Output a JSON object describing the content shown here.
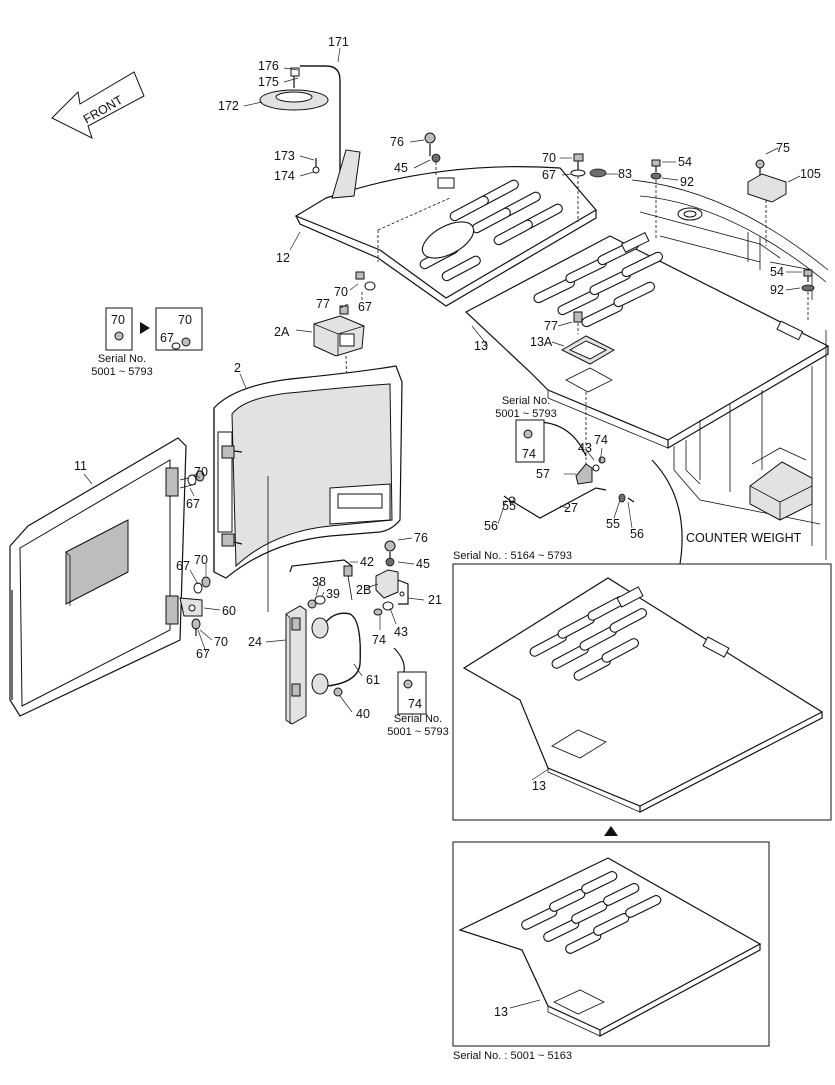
{
  "front_label": "FRONT",
  "counterweight_label": "COUNTER WEIGHT",
  "serial_notes": {
    "left_box": "Serial No.\n5001 ~ 5793",
    "middle_box": "Serial No.\n5001 ~ 5793",
    "bottom_box": "Serial No.\n5001 ~ 5793",
    "inset_top": "Serial No. : 5164 ~ 5793",
    "inset_bottom": "Serial No. : 5001 ~ 5163"
  },
  "part_labels": {
    "p171": "171",
    "p176": "176",
    "p175": "175",
    "p172": "172",
    "p173": "173",
    "p174": "174",
    "p12": "12",
    "p76a": "76",
    "p45a": "45",
    "p70a": "70",
    "p67a": "67",
    "p83": "83",
    "p54a": "54",
    "p92a": "92",
    "p75": "75",
    "p105": "105",
    "p54b": "54",
    "p92b": "92",
    "p70b": "70",
    "p67b": "67",
    "p77a": "77",
    "p2A": "2A",
    "p13a": "13",
    "p77b": "77",
    "p13A": "13A",
    "p70box": "70",
    "p70box2": "70",
    "p67box": "67",
    "p2": "2",
    "p11": "11",
    "p70c": "70",
    "p67c": "67",
    "p70d": "70",
    "p67d": "67",
    "p60": "60",
    "p70e": "70",
    "p67e": "67",
    "p74box": "74",
    "p43a": "43",
    "p74a": "74",
    "p57": "57",
    "p56a": "56",
    "p55a": "55",
    "p27": "27",
    "p55b": "55",
    "p56b": "56",
    "p76b": "76",
    "p45b": "45",
    "p42": "42",
    "p2B": "2B",
    "p21": "21",
    "p38": "38",
    "p39": "39",
    "p24": "24",
    "p74b": "74",
    "p43b": "43",
    "p61": "61",
    "p40": "40",
    "p74box2": "74",
    "p13b": "13",
    "p13c": "13"
  },
  "icons": {
    "arrow": "front-arrow-icon",
    "triangle": "triangle-arrow-icon"
  }
}
